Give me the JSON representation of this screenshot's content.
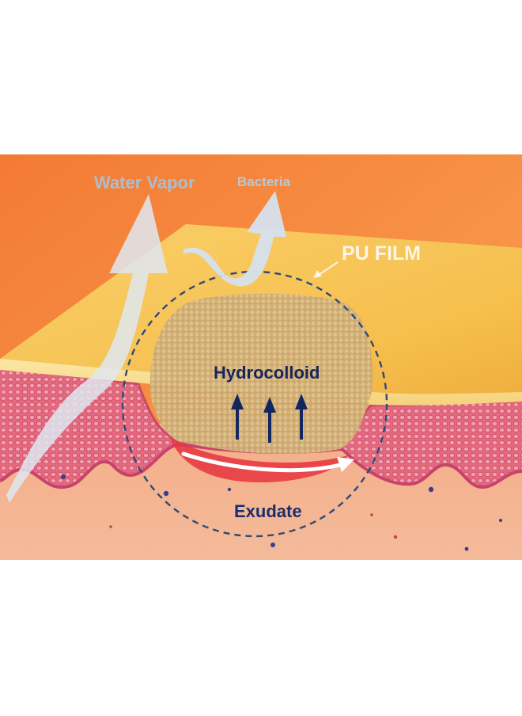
{
  "diagram": {
    "labels": {
      "water_vapor": "Water Vapor",
      "bacteria": "Bacteria",
      "pu_film": "PU FILM",
      "hydrocolloid": "Hydrocolloid",
      "exudate": "Exudate"
    },
    "colors": {
      "background_orange": "#f58a3c",
      "pu_film_yellow": "#f7c65a",
      "skin_pink": "#e66a80",
      "dermis": "#f3a27e",
      "hydrocolloid_tan": "#dcc08a",
      "arrow_vapor": "#dfe7f1",
      "arrow_navy": "#14265f",
      "dashed_circle": "#2f4a78"
    }
  }
}
